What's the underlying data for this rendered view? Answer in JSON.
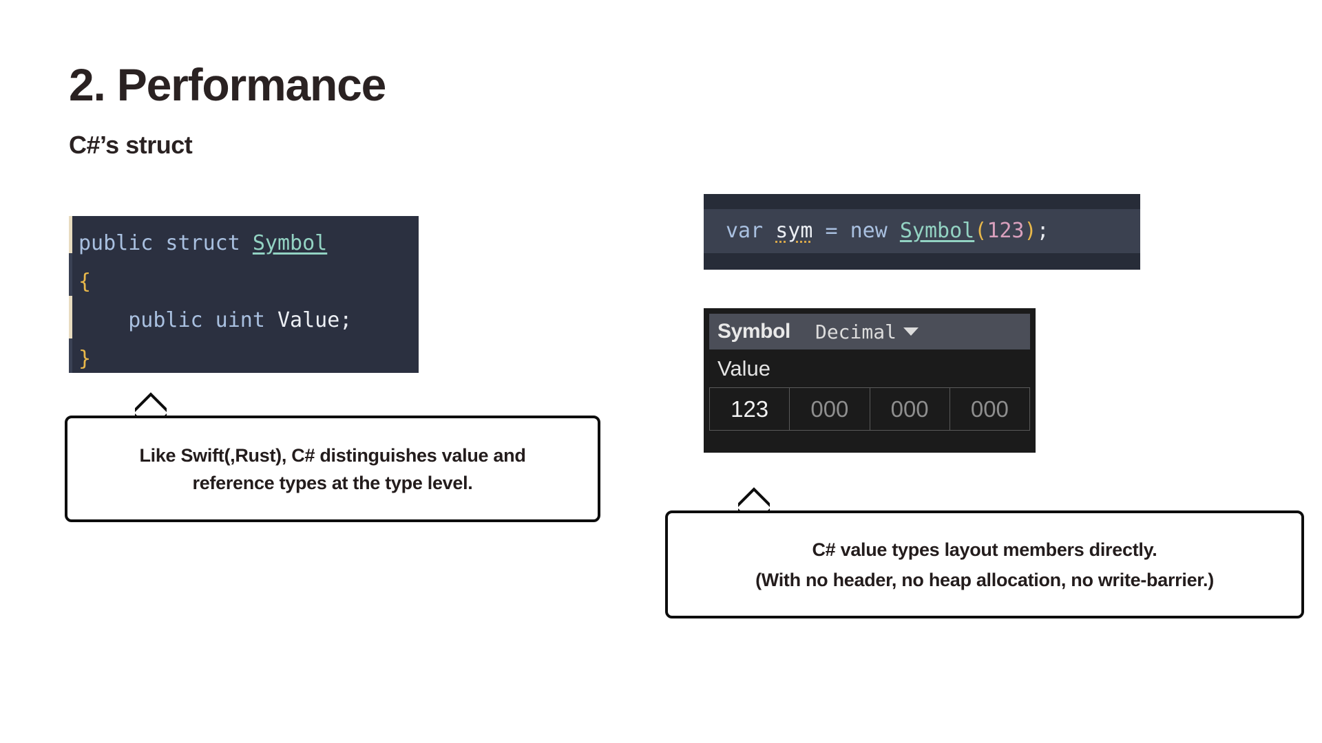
{
  "slide": {
    "title": "2. Performance",
    "subtitle": "C#’s struct"
  },
  "code_left": {
    "name": "struct-definition",
    "lines": [
      {
        "tokens": [
          {
            "t": "public struct ",
            "c": "kw"
          },
          {
            "t": "Symbol",
            "c": "type"
          }
        ]
      },
      {
        "tokens": [
          {
            "t": "{",
            "c": "brace"
          }
        ]
      },
      {
        "tokens": [
          {
            "t": "    public uint ",
            "c": "kw"
          },
          {
            "t": "Value",
            "c": "ident"
          },
          {
            "t": ";",
            "c": "punct"
          }
        ]
      },
      {
        "tokens": [
          {
            "t": "}",
            "c": "brace"
          }
        ]
      }
    ],
    "plain": "public struct Symbol { public uint Value; }"
  },
  "code_right": {
    "name": "instantiation",
    "tokens": [
      {
        "t": "var ",
        "c": "kw"
      },
      {
        "t": "sym",
        "c": "local"
      },
      {
        "t": " = ",
        "c": "kw"
      },
      {
        "t": "new ",
        "c": "kw"
      },
      {
        "t": "Symbol",
        "c": "type"
      },
      {
        "t": "(",
        "c": "paren"
      },
      {
        "t": "123",
        "c": "num"
      },
      {
        "t": ")",
        "c": "paren"
      },
      {
        "t": ";",
        "c": "punct"
      }
    ],
    "plain": "var sym = new Symbol(123);"
  },
  "memory_panel": {
    "title": "Symbol",
    "mode": "Decimal",
    "mode_caret": "chevron-down-icon",
    "field_label": "Value",
    "bytes": [
      {
        "value": "123",
        "active": true
      },
      {
        "value": "000",
        "active": false
      },
      {
        "value": "000",
        "active": false
      },
      {
        "value": "000",
        "active": false
      }
    ]
  },
  "callouts": {
    "left": {
      "lines": [
        "Like Swift(,Rust), C# distinguishes value and",
        "reference types at the type level."
      ]
    },
    "right": {
      "lines": [
        "C# value types layout members directly.",
        "(With no header, no heap allocation, no write-barrier.)"
      ]
    }
  },
  "colors": {
    "background": "#ffffff",
    "text": "#2a2222",
    "code_bg": "#2b3040",
    "code_bg_alt": "#272c38",
    "code_highlight": "#3b4150",
    "gutter": "#e8dcc0",
    "keyword": "#a9c0e0",
    "type": "#93d3c3",
    "brace": "#e9b84a",
    "number": "#d9a0bd",
    "identifier": "#eceff4",
    "panel_bg": "#1b1b1b",
    "panel_header": "#4b4e58",
    "panel_border": "#5a5a5a",
    "callout_border": "#0d0d0d"
  }
}
